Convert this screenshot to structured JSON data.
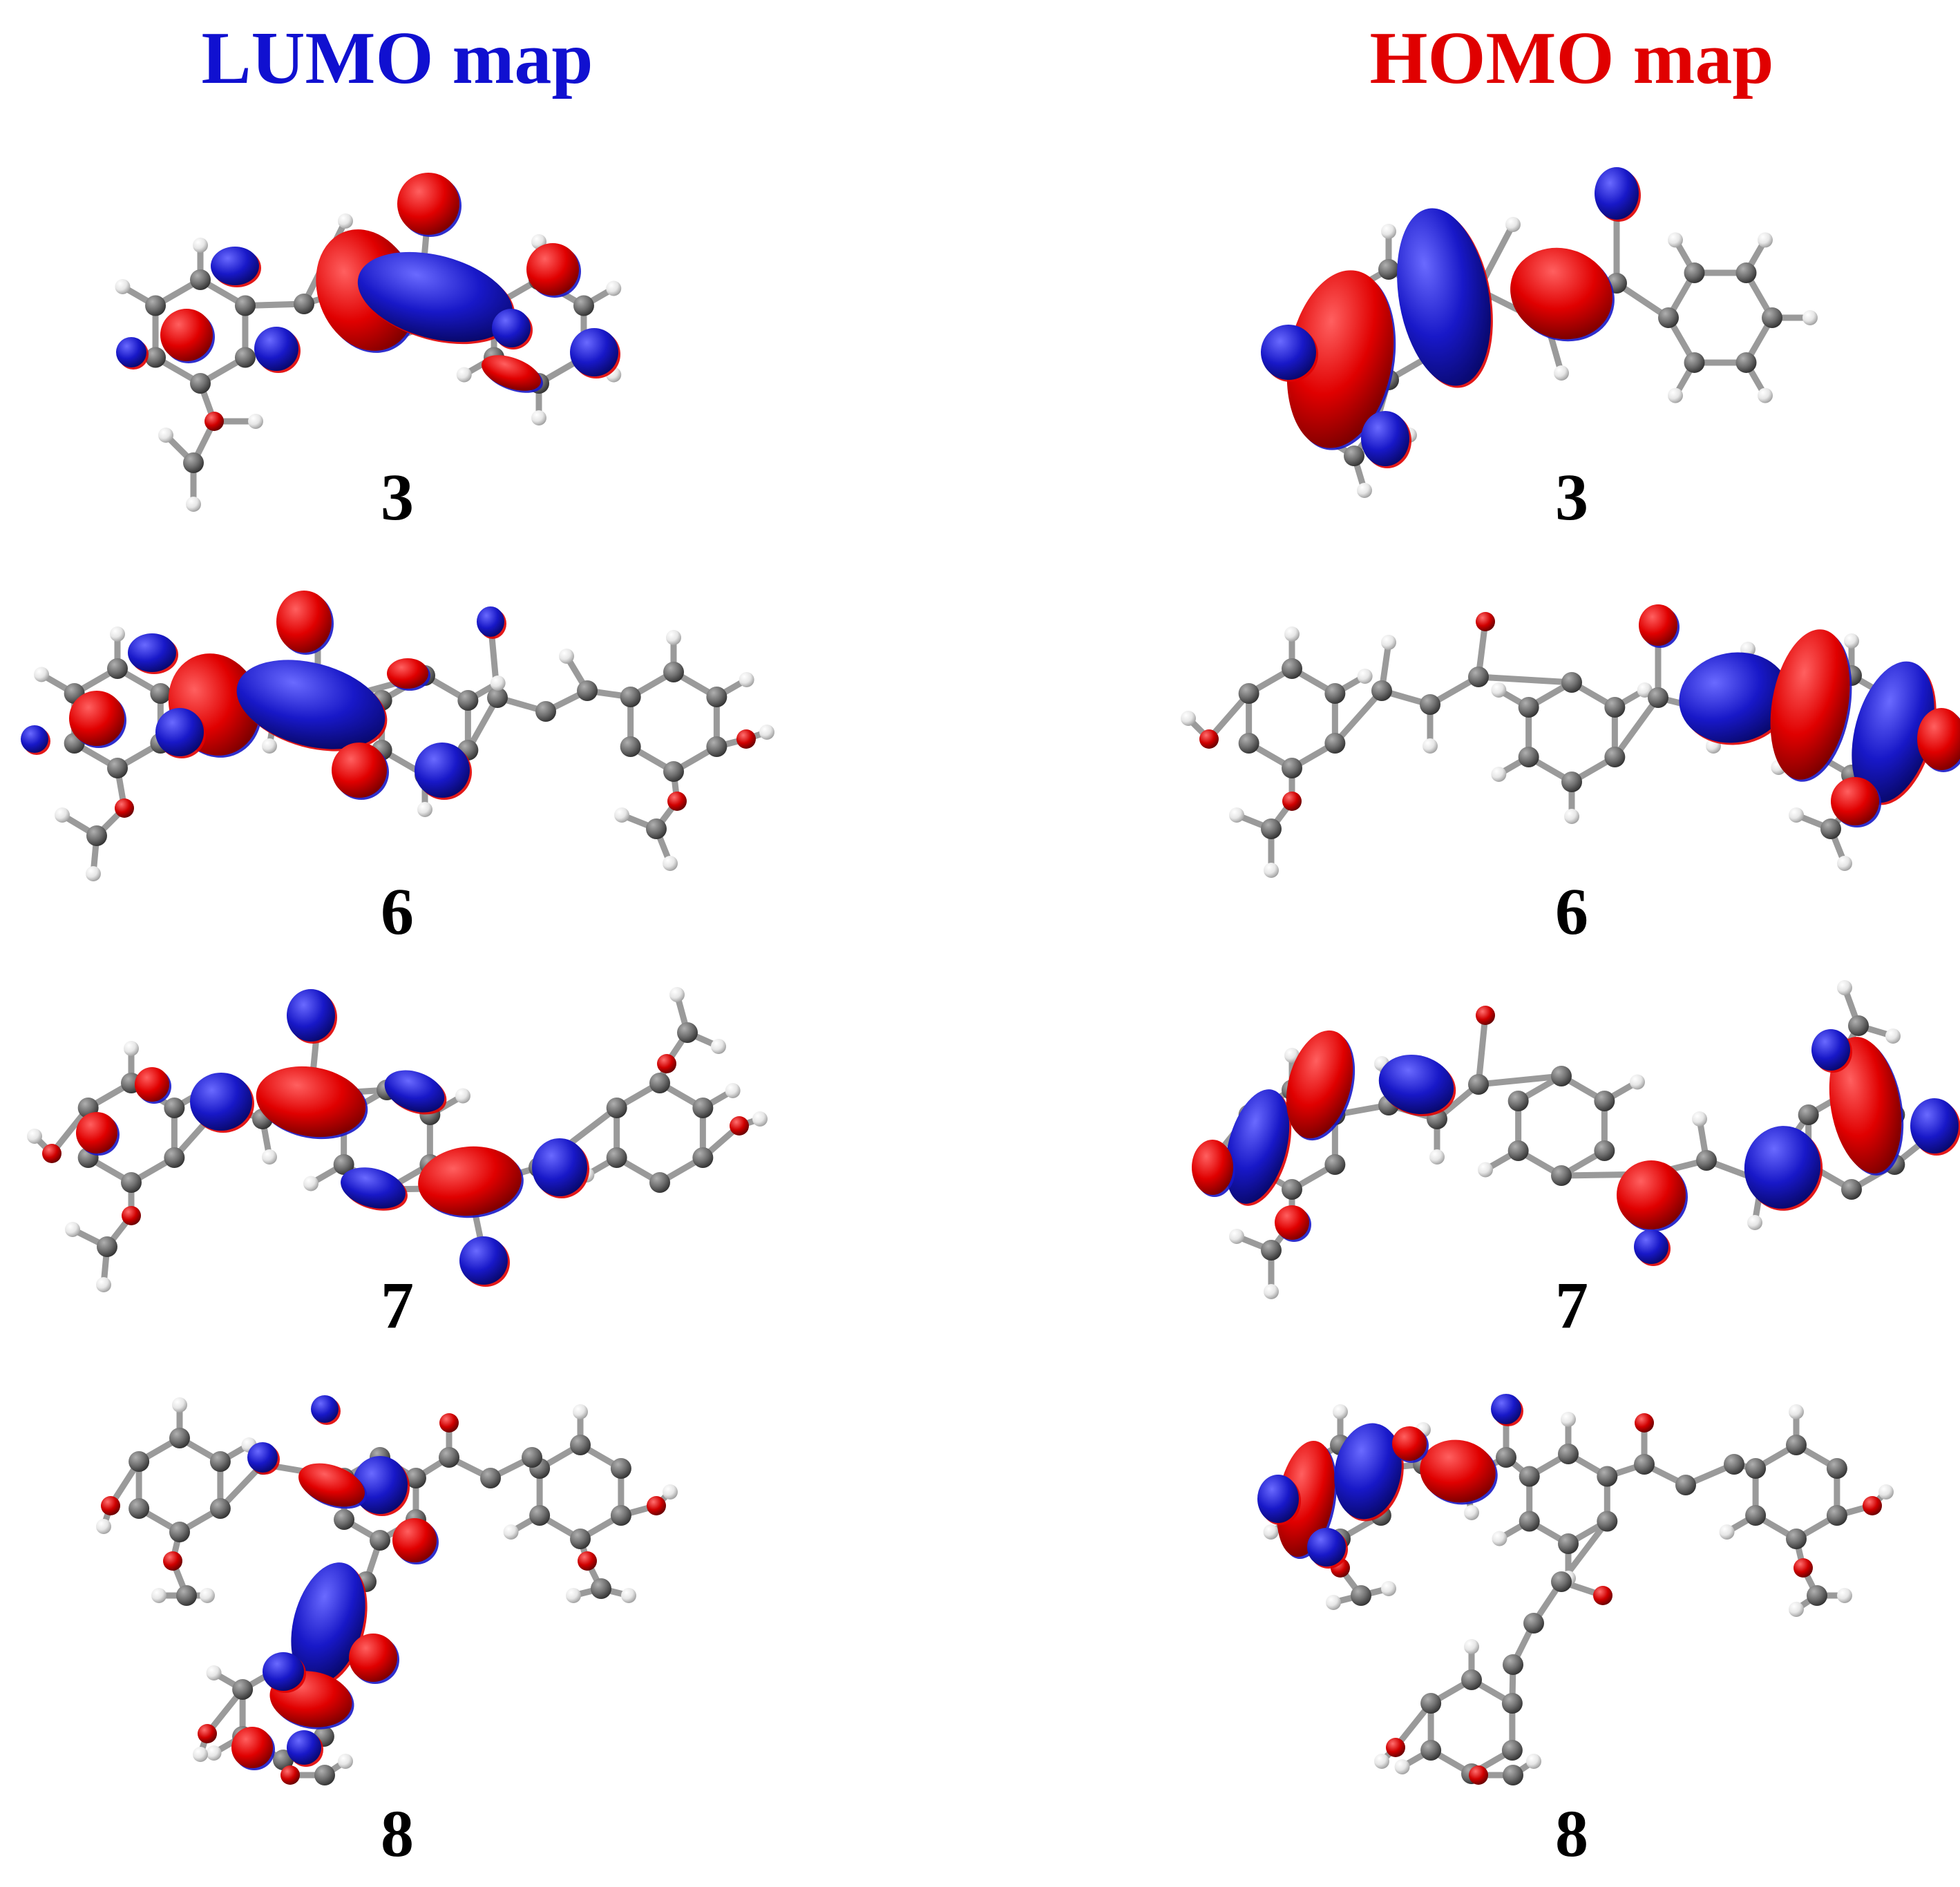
{
  "colors": {
    "lumo_title": "#1010d0",
    "homo_title": "#e00000",
    "lobe_red": "#e00000",
    "lobe_blue": "#1818c8",
    "carbon": "#6e6e6e",
    "hydrogen": "#e6e6e6",
    "oxygen": "#d00000",
    "bond": "#9a9a9a"
  },
  "titles": {
    "lumo": "LUMO map",
    "homo": "HOMO map"
  },
  "molecules": [
    {
      "id": "3",
      "label": "3"
    },
    {
      "id": "6",
      "label": "6"
    },
    {
      "id": "7",
      "label": "7"
    },
    {
      "id": "8",
      "label": "8"
    }
  ],
  "icons": {
    "lobe": "orbital-lobe-icon",
    "atom": "atom-icon"
  }
}
